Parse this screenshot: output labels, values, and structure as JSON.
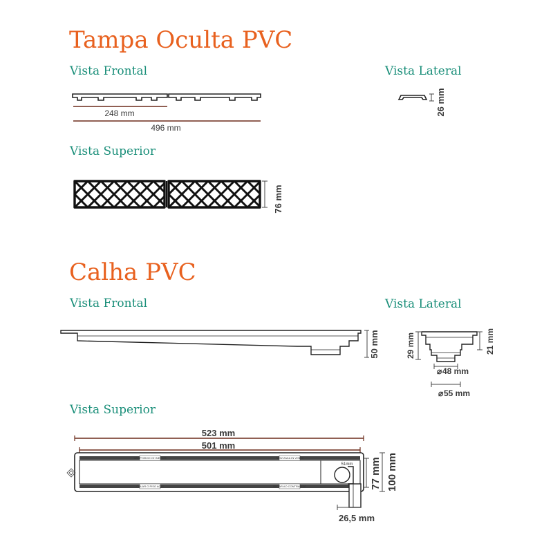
{
  "cover": {
    "title": "Tampa Oculta PVC",
    "front_view_label": "Vista Frontal",
    "side_view_label": "Vista Lateral",
    "top_view_label": "Vista Superior",
    "dim_half_length": "248 mm",
    "dim_total_length": "496 mm",
    "dim_side_height": "26 mm",
    "dim_width": "76 mm"
  },
  "channel": {
    "title": "Calha PVC",
    "front_view_label": "Vista Frontal",
    "side_view_label": "Vista Lateral",
    "top_view_label": "Vista Superior",
    "dim_front_height": "50 mm",
    "dim_side_left_height": "29 mm",
    "dim_side_right_height": "21 mm",
    "dim_outlet_inner": "48 mm",
    "dim_outlet_outer": "55 mm",
    "dim_total_length": "523 mm",
    "dim_inner_length": "501 mm",
    "dim_outlet_diameter": "51mm",
    "dim_inner_width": "77 mm",
    "dim_outer_width": "100 mm",
    "dim_outlet_offset": "26,5 mm",
    "label_top_left": "GRAPHISOO OH NEEWS",
    "label_top_right": "NEW ZAKA IN VISEO",
    "label_bottom_left": "COLAR O PISO AQUI",
    "label_bottom_right": "SBOAR AO CONTRAPISO"
  },
  "colors": {
    "title": "#e8611f",
    "subtitle": "#1b8f7a",
    "drawing": "#222222",
    "dimension": "#6b2a1a"
  }
}
